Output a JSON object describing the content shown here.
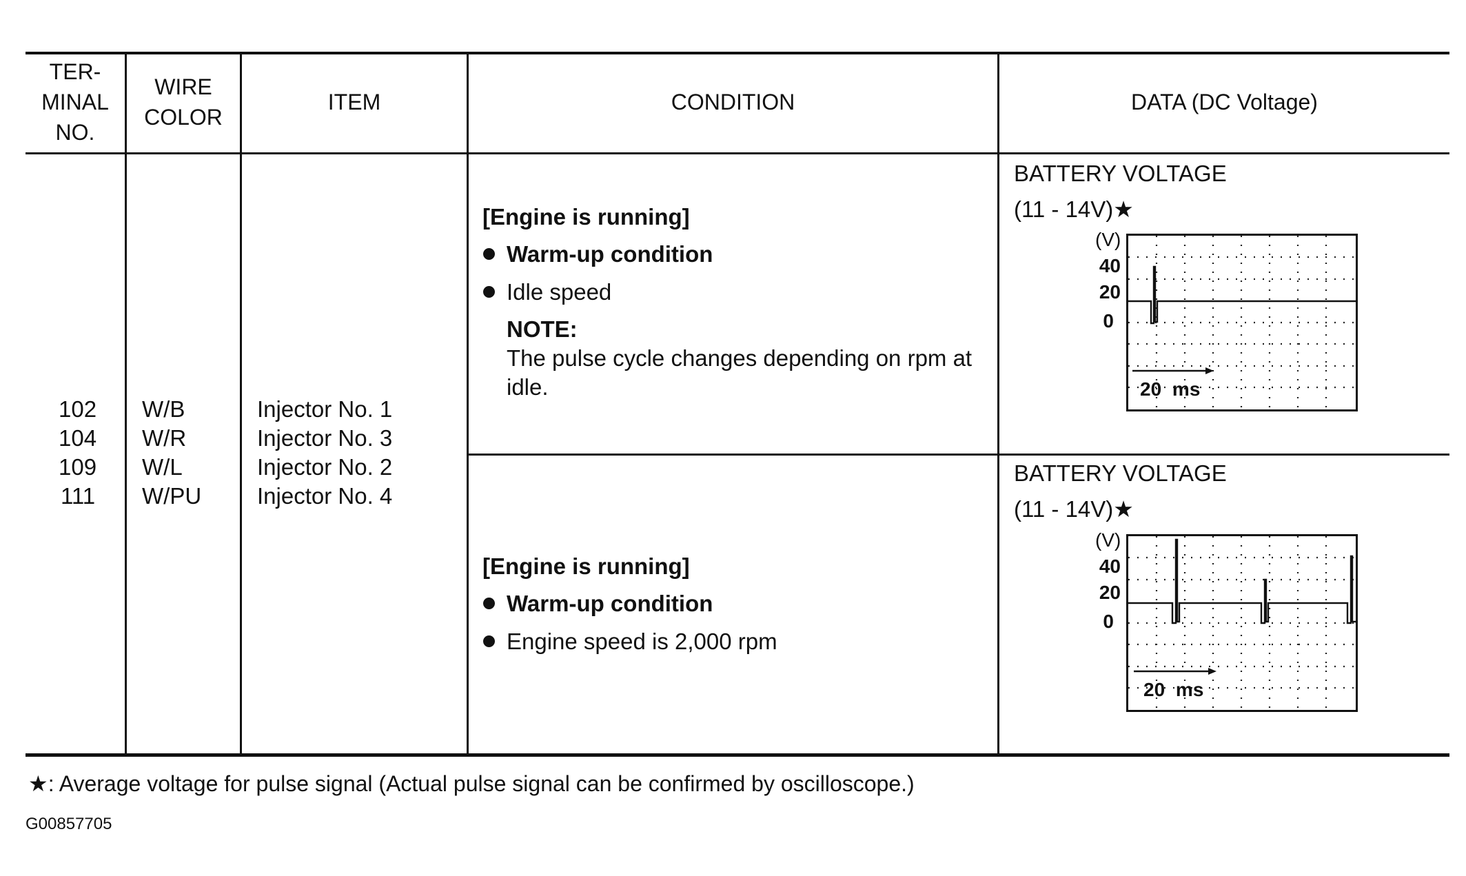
{
  "table": {
    "headers": {
      "terminal": [
        "TER-",
        "MINAL",
        "NO."
      ],
      "wire": [
        "WIRE",
        "COLOR"
      ],
      "item": "ITEM",
      "condition": "CONDITION",
      "data": "DATA (DC Voltage)"
    },
    "terminals": [
      "102",
      "104",
      "109",
      "111"
    ],
    "wire_colors": [
      "W/B",
      "W/R",
      "W/L",
      "W/PU"
    ],
    "items": [
      "Injector No. 1",
      "Injector No. 3",
      "Injector No. 2",
      "Injector No. 4"
    ],
    "rows": [
      {
        "condition_title": "[Engine is running]",
        "bullet_1": "Warm-up condition",
        "bullet_2": "Idle speed",
        "note_label": "NOTE:",
        "note_lines": [
          "The pulse cycle changes depending on rpm at",
          "idle."
        ],
        "data_label": "BATTERY VOLTAGE",
        "data_range": "(11 - 14V)★",
        "scope": {
          "y_unit": "(V)",
          "y_ticks": [
            "40",
            "20",
            "0"
          ],
          "time_label": "20 ms"
        }
      },
      {
        "condition_title": "[Engine is running]",
        "bullet_1": "Warm-up condition",
        "bullet_2": "Engine speed is 2,000 rpm",
        "data_label": "BATTERY VOLTAGE",
        "data_range": "(11 - 14V)★",
        "scope": {
          "y_unit": "(V)",
          "y_ticks": [
            "40",
            "20",
            "0"
          ],
          "time_label": "20 ms"
        }
      }
    ]
  },
  "footnote": "★: Average voltage for pulse signal (Actual pulse signal can be confirmed by oscilloscope.)",
  "figure_code": "G00857705"
}
